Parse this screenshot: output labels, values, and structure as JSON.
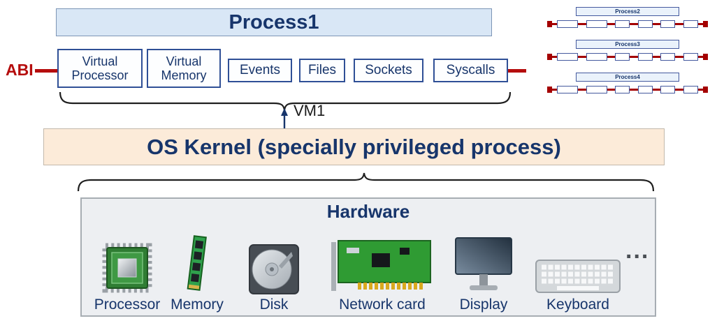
{
  "colors": {
    "text_navy": "#17356b",
    "abi_red": "#b50d0d",
    "mini_red": "#a40000",
    "process1_fill": "#d9e7f6",
    "kernel_fill": "#fcebd9",
    "hardware_fill": "#edeff2",
    "component_border": "#2f4f96"
  },
  "abi": {
    "label": "ABI"
  },
  "process1": {
    "title": "Process1",
    "components": [
      "Virtual Processor",
      "Virtual Memory",
      "Events",
      "Files",
      "Sockets",
      "Syscalls"
    ]
  },
  "vm": {
    "label": "VM1"
  },
  "kernel": {
    "label": "OS Kernel (specially privileged process)"
  },
  "hardware": {
    "title": "Hardware",
    "ellipsis": "...",
    "items": [
      {
        "label": "Processor",
        "icon": "cpu-icon"
      },
      {
        "label": "Memory",
        "icon": "ram-icon"
      },
      {
        "label": "Disk",
        "icon": "disk-icon"
      },
      {
        "label": "Network card",
        "icon": "network-card-icon"
      },
      {
        "label": "Display",
        "icon": "display-icon"
      },
      {
        "label": "Keyboard",
        "icon": "keyboard-icon"
      }
    ]
  },
  "mini_processes": [
    {
      "title": "Process2"
    },
    {
      "title": "Process3"
    },
    {
      "title": "Process4"
    }
  ]
}
